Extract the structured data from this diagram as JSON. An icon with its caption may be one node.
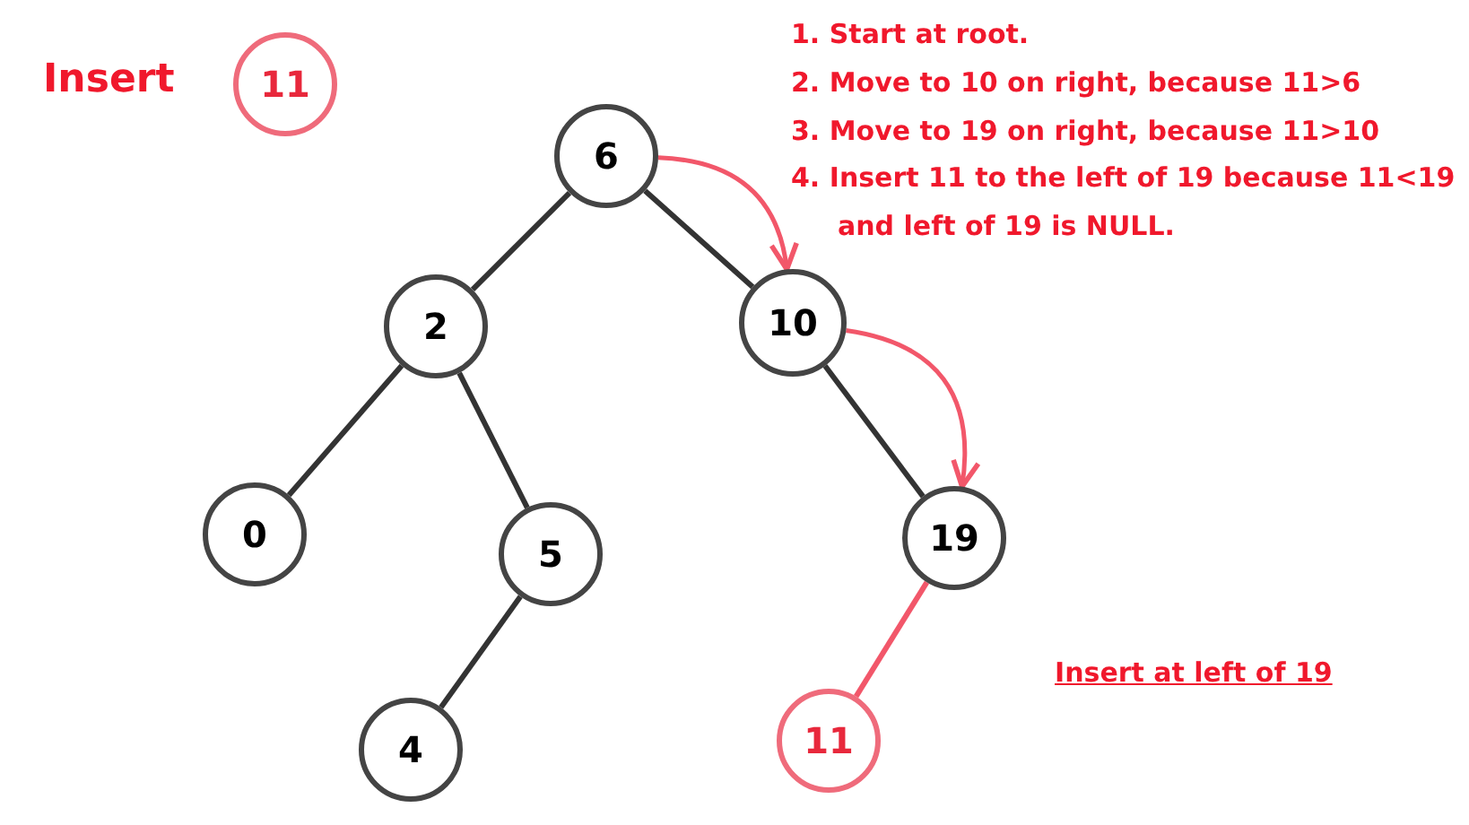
{
  "diagram": {
    "nodes": [
      {
        "text": [
          "11"
        ],
        "beside": [
          "Insert"
        ]
      },
      {
        "text": [
          "6"
        ]
      },
      {
        "text": [
          "2"
        ]
      },
      {
        "text": [
          "10"
        ]
      },
      {
        "text": [
          "0"
        ]
      },
      {
        "text": [
          "5"
        ]
      },
      {
        "text": [
          "19"
        ]
      },
      {
        "text": [
          "4"
        ]
      },
      {
        "text": [
          "11"
        ]
      }
    ],
    "edges": [
      {
        "from": 1,
        "to": 2,
        "arrow": "none"
      },
      {
        "from": 1,
        "to": 3,
        "arrow": "none"
      },
      {
        "from": 2,
        "to": 4,
        "arrow": "none"
      },
      {
        "from": 2,
        "to": 5,
        "arrow": "none"
      },
      {
        "from": 3,
        "to": 6,
        "arrow": "none"
      },
      {
        "from": 5,
        "to": 7,
        "arrow": "none"
      },
      {
        "from": 6,
        "to": 8,
        "arrow": "none",
        "color": "#f2576a"
      },
      {
        "from": 1,
        "to": 3,
        "arrow": "to",
        "color": "#f2576a"
      },
      {
        "from": 3,
        "to": 6,
        "arrow": "to",
        "color": "#f2576a"
      }
    ],
    "labels": [
      "1. Start at root.",
      "2. Move to 10 on right, because 11>6",
      "3. Move to 19 on right, because 11>10",
      "4. Insert 11 to the left of 19 because 11<19 and left of 19 is NULL.",
      "Insert at left of 19"
    ]
  }
}
